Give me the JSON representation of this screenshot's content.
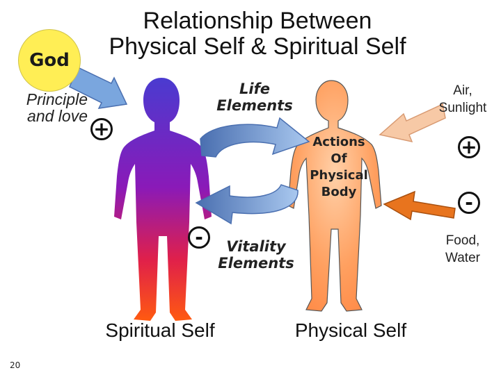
{
  "title": {
    "line1": "Relationship  Between",
    "line2": "Physical Self & Spiritual Self"
  },
  "god": {
    "label": "God"
  },
  "principle": {
    "line1": "Principle",
    "line2": "and love"
  },
  "life_elements": {
    "line1": "Life",
    "line2": "Elements"
  },
  "vitality_elements": {
    "line1": "Vitality",
    "line2": "Elements"
  },
  "actions": {
    "line1": "Actions",
    "line2": "Of",
    "line3": "Physical",
    "line4": "Body"
  },
  "air": {
    "line1": "Air,",
    "line2": "Sunlight"
  },
  "food": {
    "line1": "Food,",
    "line2": "Water"
  },
  "spiritual_self": {
    "label": "Spiritual Self"
  },
  "physical_self": {
    "label": "Physical Self"
  },
  "signs": {
    "principle": "+",
    "air": "+",
    "food": "-",
    "vitality": "-"
  },
  "page_number": "20",
  "colors": {
    "god_fill": "#ffee55",
    "blue_arrow": "#7aa6de",
    "light_orange_arrow": "#f7c9a6",
    "dark_orange_arrow": "#e8741e",
    "spiritual_top": "#6633cc",
    "spiritual_bottom": "#ff3300",
    "physical_body": "#ffa866"
  },
  "icons": {
    "spiritual_figure": "person-silhouette",
    "physical_figure": "person-silhouette",
    "cycle": "curved-arrows"
  }
}
